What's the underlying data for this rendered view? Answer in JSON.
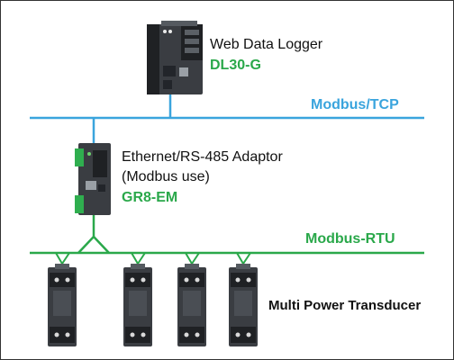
{
  "colors": {
    "tcp": "#3aa4dd",
    "rtu": "#2aa84a",
    "model": "#2aa84a",
    "device_body": "#3a3d42",
    "device_dark": "#1f2124",
    "terminal": "#2fae4f"
  },
  "logger": {
    "name": "Web Data Logger",
    "model": "DL30-G"
  },
  "adaptor": {
    "name_line1": "Ethernet/RS-485 Adaptor",
    "name_line2": "(Modbus use)",
    "model": "GR8-EM"
  },
  "buses": {
    "tcp_label": "Modbus/TCP",
    "rtu_label": "Modbus-RTU"
  },
  "transducers": {
    "label": "Multi Power Transducer",
    "count": 4
  }
}
